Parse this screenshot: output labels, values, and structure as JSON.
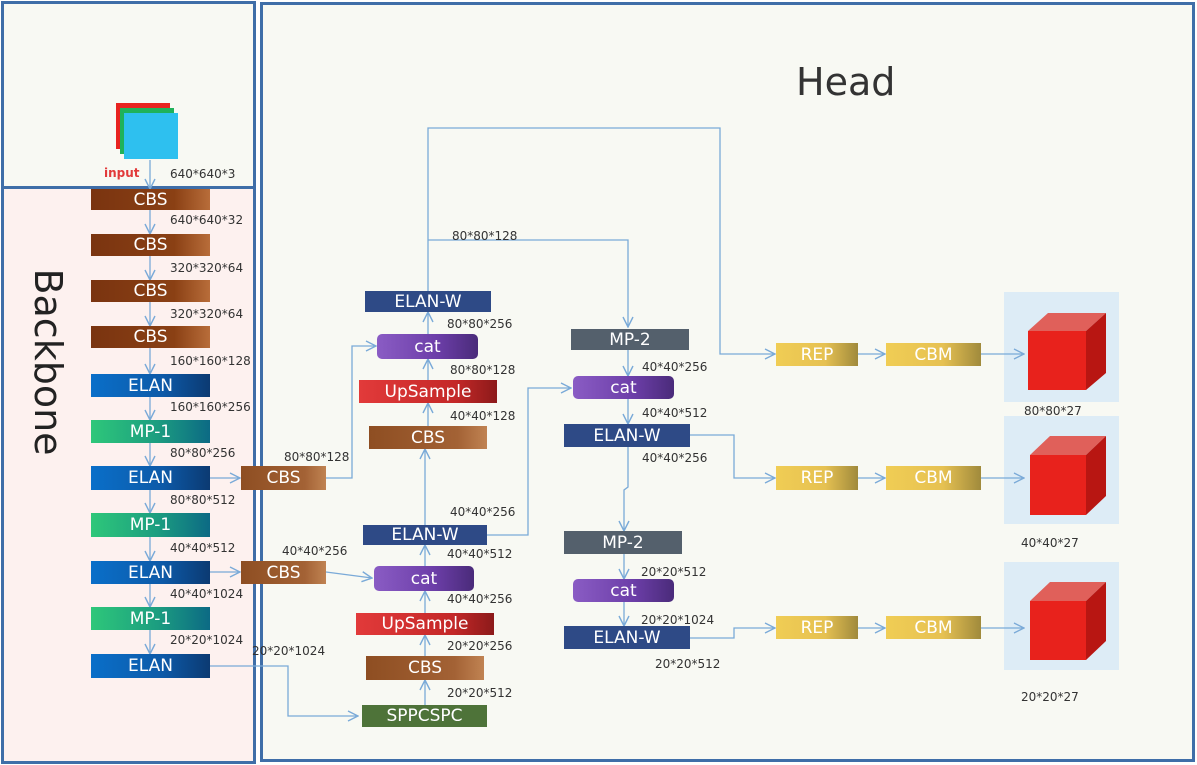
{
  "head_title": "Head",
  "backbone_title": "Backbone",
  "input": {
    "label": "input",
    "shape": "640*640*3"
  },
  "backbone": {
    "blocks": [
      "CBS",
      "CBS",
      "CBS",
      "CBS",
      "ELAN",
      "MP-1",
      "ELAN",
      "MP-1",
      "ELAN",
      "MP-1",
      "ELAN"
    ],
    "shapes": [
      "640*640*32",
      "320*320*64",
      "320*320*64",
      "160*160*128",
      "160*160*256",
      "80*80*256",
      "80*80*512",
      "40*40*512",
      "40*40*1024",
      "20*20*1024"
    ],
    "side_cbs": [
      "CBS",
      "CBS"
    ],
    "side_shapes": [
      "80*80*128",
      "40*40*256",
      "20*20*1024"
    ]
  },
  "head": {
    "col1": {
      "elan_w_top": "ELAN-W",
      "cat_top": "cat",
      "upsample_top": "UpSample",
      "cbs_top": "CBS",
      "elan_w_mid": "ELAN-W",
      "cat_mid": "cat",
      "upsample_mid": "UpSample",
      "cbs_mid": "CBS",
      "sppcspc": "SPPCSPC"
    },
    "col1_shapes": [
      "80*80*256",
      "80*80*128",
      "40*40*128",
      "40*40*256",
      "40*40*512",
      "40*40*256",
      "20*20*256",
      "20*20*512"
    ],
    "top_shape": "80*80*128",
    "col2": {
      "mp2_top": "MP-2",
      "cat_top": "cat",
      "elan_w_top": "ELAN-W",
      "mp2_bot": "MP-2",
      "cat_bot": "cat",
      "elan_w_bot": "ELAN-W"
    },
    "col2_shapes": [
      "40*40*256",
      "40*40*512",
      "40*40*256",
      "20*20*512",
      "20*20*1024",
      "20*20*512"
    ],
    "rep_labels": [
      "REP",
      "REP",
      "REP"
    ],
    "cbm_labels": [
      "CBM",
      "CBM",
      "CBM"
    ],
    "output_shapes": [
      "80*80*27",
      "40*40*27",
      "20*20*27"
    ]
  },
  "colors": {
    "panel_border": "#3f6ea8",
    "backbone_bg": "#fdf1ef",
    "head_bg": "#f8f9f3",
    "arrow": "#7aaad8",
    "input_label": "#e23a3a",
    "cube_front": "#e8221c"
  }
}
